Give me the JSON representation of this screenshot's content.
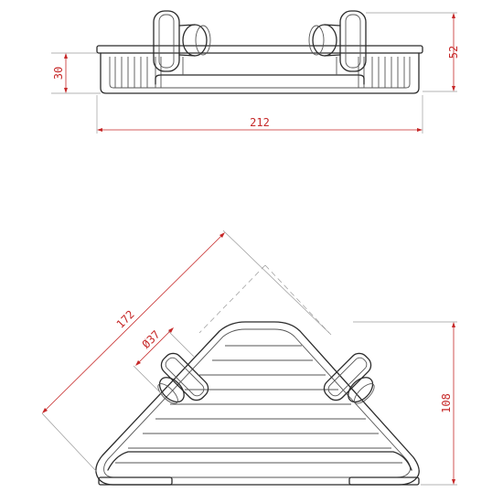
{
  "colors": {
    "outline": "#2b2b2b",
    "dimension": "#c62828",
    "extension": "#9a9a9a"
  },
  "dimensions": {
    "side_height": "30",
    "total_height": "52",
    "width": "212",
    "diagonal": "172",
    "mount_diameter": "Ø37",
    "depth": "108"
  }
}
